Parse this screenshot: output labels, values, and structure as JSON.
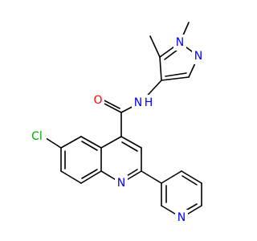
{
  "colors": {
    "background": "#ffffff",
    "bond": "#000000",
    "carbon": "#000000",
    "nitrogen": "#0000ff",
    "oxygen": "#ff0000",
    "chlorine": "#00aa00"
  },
  "atoms": {
    "cl": {
      "symbol": "Cl",
      "color": "chlorine"
    },
    "o_carbonyl": {
      "symbol": "O",
      "color": "oxygen"
    },
    "nh_amide": {
      "symbol": "N",
      "h_symbol": "H",
      "color": "nitrogen"
    },
    "n_quinoline": {
      "symbol": "N",
      "color": "nitrogen"
    },
    "n_pyridine": {
      "symbol": "N",
      "color": "nitrogen"
    },
    "n1_pyrazole": {
      "symbol": "N",
      "color": "nitrogen"
    },
    "n2_pyrazole": {
      "symbol": "N",
      "color": "nitrogen"
    }
  }
}
